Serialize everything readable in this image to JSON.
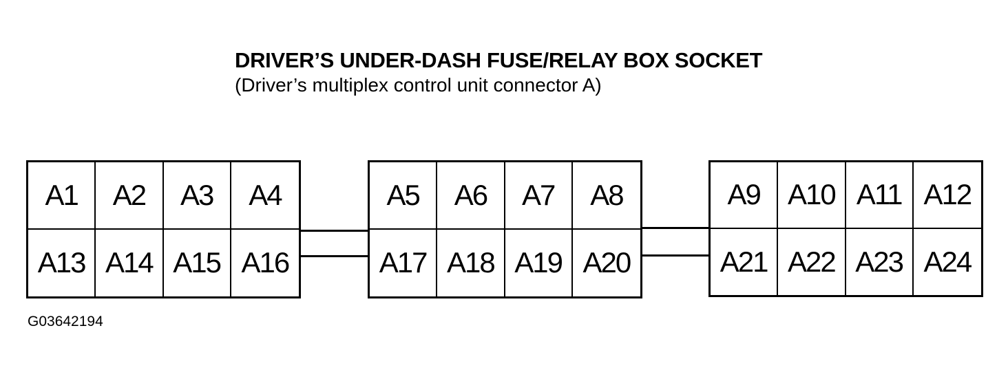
{
  "title": "DRIVER’S UNDER-DASH FUSE/RELAY BOX SOCKET",
  "subtitle": "(Driver’s multiplex control unit connector A)",
  "figure_code": "G03642194",
  "blocks": [
    {
      "top_row": [
        "A1",
        "A2",
        "A3",
        "A4"
      ],
      "bottom_row": [
        "A13",
        "A14",
        "A15",
        "A16"
      ]
    },
    {
      "top_row": [
        "A5",
        "A6",
        "A7",
        "A8"
      ],
      "bottom_row": [
        "A17",
        "A18",
        "A19",
        "A20"
      ]
    },
    {
      "top_row": [
        "A9",
        "A10",
        "A11",
        "A12"
      ],
      "bottom_row": [
        "A21",
        "A22",
        "A23",
        "A24"
      ]
    }
  ]
}
